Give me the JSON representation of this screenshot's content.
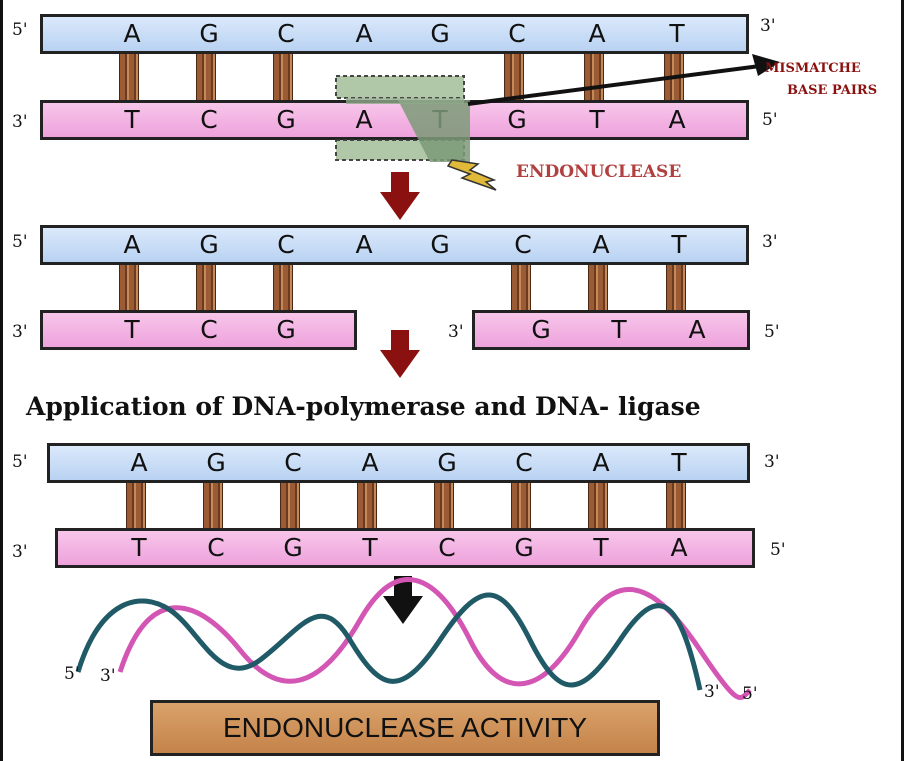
{
  "ends": {
    "five_prime": "5'",
    "three_prime": "3'"
  },
  "row1": {
    "top_bases": [
      "A",
      "G",
      "C",
      "A",
      "G",
      "C",
      "A",
      "T"
    ],
    "bottom_bases": [
      "T",
      "C",
      "G",
      "A",
      "T",
      "G",
      "T",
      "A"
    ]
  },
  "row2": {
    "top_bases": [
      "A",
      "G",
      "C",
      "A",
      "G",
      "C",
      "A",
      "T"
    ],
    "bottom_left_bases": [
      "T",
      "C",
      "G"
    ],
    "bottom_right_bases": [
      "G",
      "T",
      "A"
    ]
  },
  "row3": {
    "top_bases": [
      "A",
      "G",
      "C",
      "A",
      "G",
      "C",
      "A",
      "T"
    ],
    "bottom_bases": [
      "T",
      "C",
      "G",
      "T",
      "C",
      "G",
      "T",
      "A"
    ]
  },
  "labels": {
    "mismatch_line1": "MISMATCHE",
    "mismatch_line2": "BASE PAIRS",
    "endonuclease": "ENDONUCLEASE",
    "application": "Application of DNA-polymerase and DNA- ligase",
    "activity": "ENDONUCLEASE ACTIVITY"
  },
  "colors": {
    "top_strand": "#c6dcf5",
    "bottom_strand": "#f3b4e4",
    "arrow": "#8b1010",
    "rung": "#8b5030",
    "helix_teal": "#1f5a66",
    "helix_pink": "#d456b4",
    "enzyme": "#8fa98a",
    "label_red": "#b24040",
    "activity_box": "#cf9258"
  }
}
